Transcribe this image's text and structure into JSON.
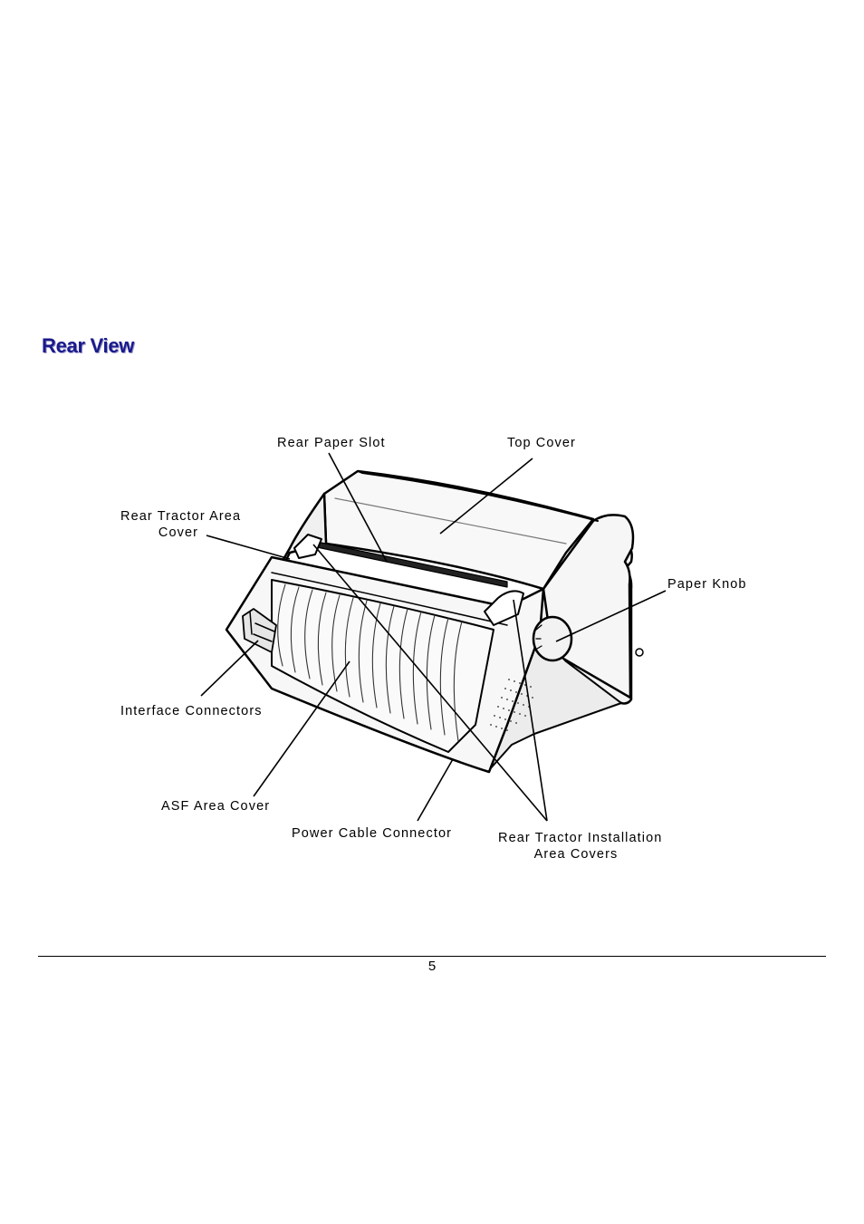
{
  "heading": "Rear View",
  "figure": {
    "callouts": {
      "rear_paper_slot": "Rear Paper Slot",
      "top_cover": "Top Cover",
      "rear_tractor_area_cover": [
        "Rear Tractor Area",
        "Cover"
      ],
      "paper_knob": "Paper Knob",
      "interface_connectors": "Interface Connectors",
      "asf_area_cover": "ASF Area Cover",
      "power_cable_connector": "Power Cable Connector",
      "rear_tractor_installation_area_covers": [
        "Rear Tractor Installation",
        "Area Covers"
      ]
    }
  },
  "footer": {
    "page_number": "5"
  }
}
